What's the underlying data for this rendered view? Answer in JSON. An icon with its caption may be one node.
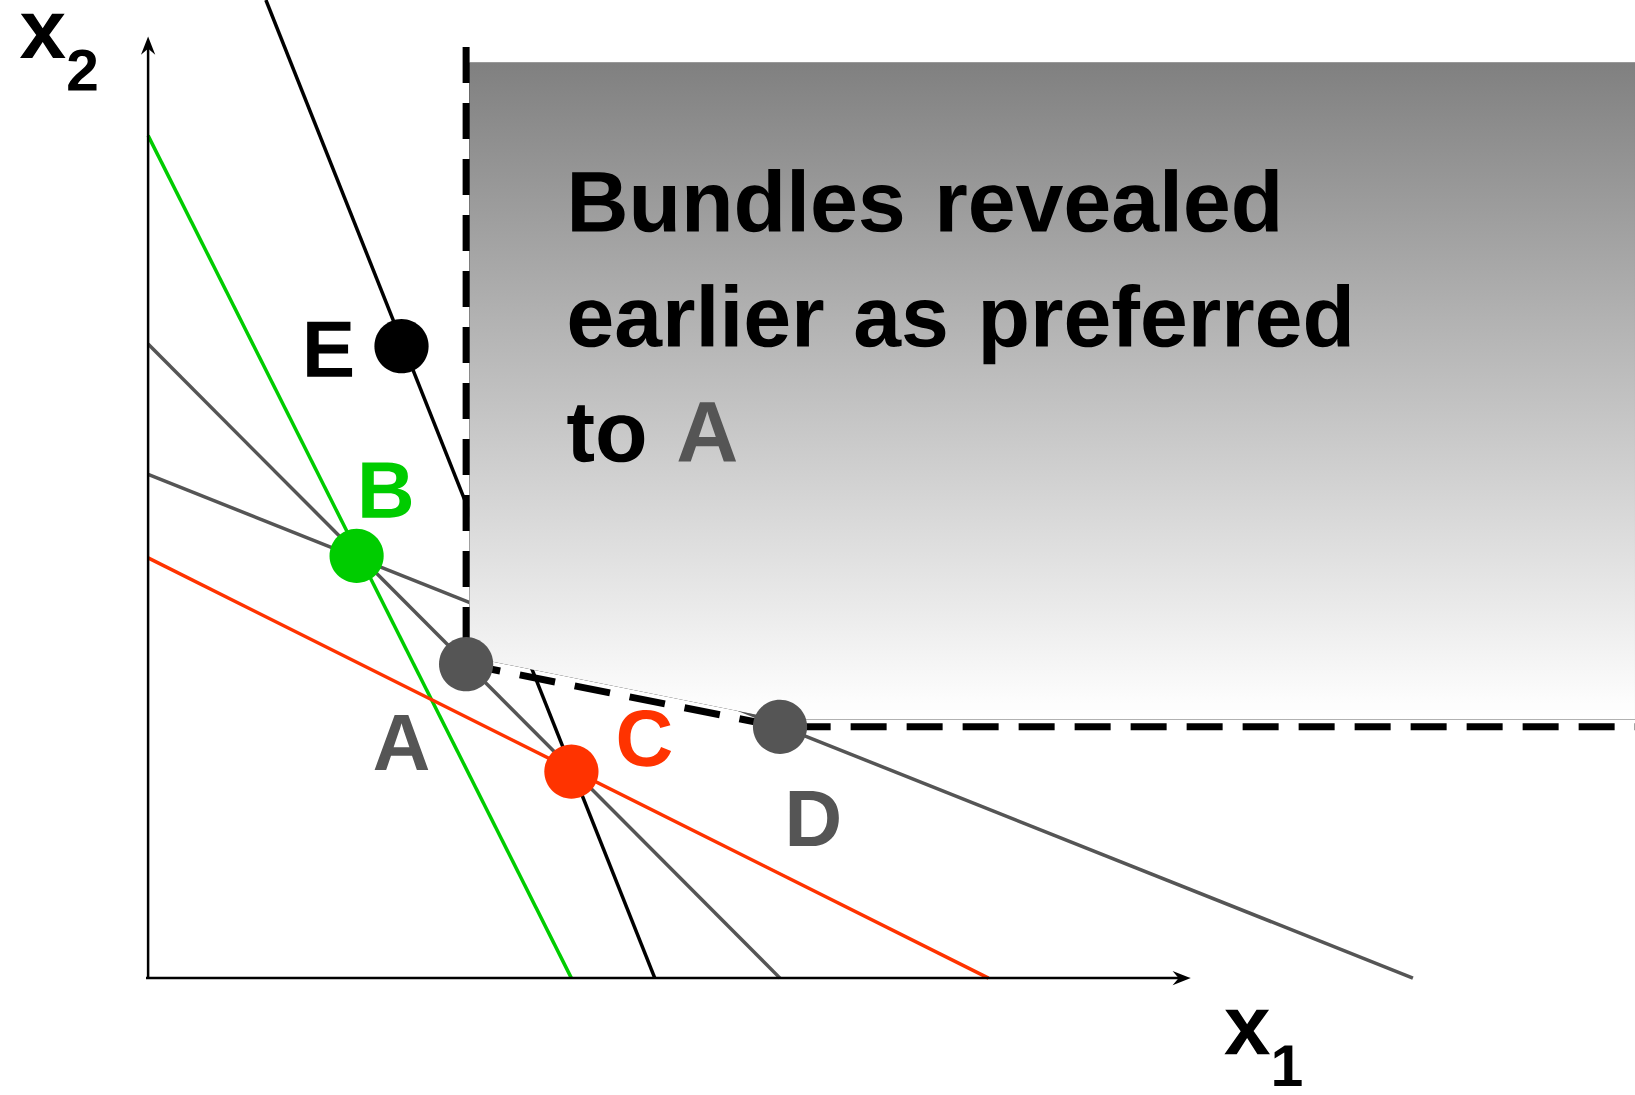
{
  "diagram": {
    "nodes": [
      {
        "text": [
          "Bundles revealed earlier as preferred to",
          "A"
        ]
      },
      {
        "text": [],
        "shape": "circle",
        "beside": [
          "E"
        ]
      },
      {
        "text": [],
        "shape": "circle",
        "beside": [
          "B"
        ]
      },
      {
        "text": [],
        "shape": "circle",
        "beside": [
          "A"
        ]
      },
      {
        "text": [],
        "shape": "circle",
        "beside": [
          "C"
        ]
      },
      {
        "text": [],
        "shape": "circle",
        "beside": [
          "D"
        ]
      }
    ],
    "labels": [
      "x$_{2}$",
      "x$_{1}$"
    ]
  }
}
